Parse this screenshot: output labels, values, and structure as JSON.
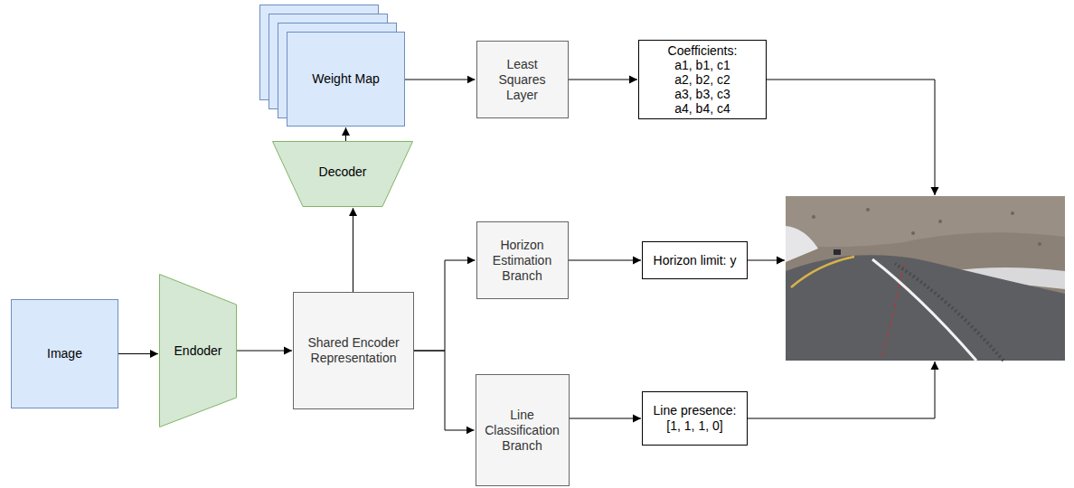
{
  "diagram": {
    "nodes": [
      {
        "text": [
          "Weight Map"
        ]
      },
      {
        "text": [
          "Least Squares Layer"
        ]
      },
      {
        "text": [
          "Coefficients:",
          "a1, b1, c1",
          "a2, b2, c2",
          "a3, b3, c3",
          "a4, b4, c4"
        ]
      },
      {
        "text": [
          "Decoder"
        ]
      },
      {
        "text": [
          "Image"
        ]
      },
      {
        "text": [
          "Endoder"
        ]
      },
      {
        "text": [
          "Shared Encoder Representation"
        ]
      },
      {
        "text": [
          "Horizon Estimation Branch"
        ]
      },
      {
        "text": [
          "Horizon limit: y"
        ]
      },
      {
        "text": [
          "Line Classification Branch"
        ]
      },
      {
        "text": [
          "Line presence:",
          "[1, 1, 1, 0]"
        ]
      }
    ],
    "edges": [
      {
        "from": 4,
        "to": 5,
        "arrow": "to"
      },
      {
        "from": 5,
        "to": 6,
        "arrow": "to"
      },
      {
        "from": 6,
        "to": 3,
        "arrow": "to"
      },
      {
        "from": 3,
        "to": 0,
        "arrow": "to"
      },
      {
        "from": 0,
        "to": 1,
        "arrow": "to"
      },
      {
        "from": 1,
        "to": 2,
        "arrow": "to"
      },
      {
        "from": 6,
        "to": 7,
        "arrow": "to"
      },
      {
        "from": 6,
        "to": 9,
        "arrow": "to"
      },
      {
        "from": 7,
        "to": 8,
        "arrow": "to"
      },
      {
        "from": 9,
        "to": 10,
        "arrow": "to"
      }
    ]
  }
}
